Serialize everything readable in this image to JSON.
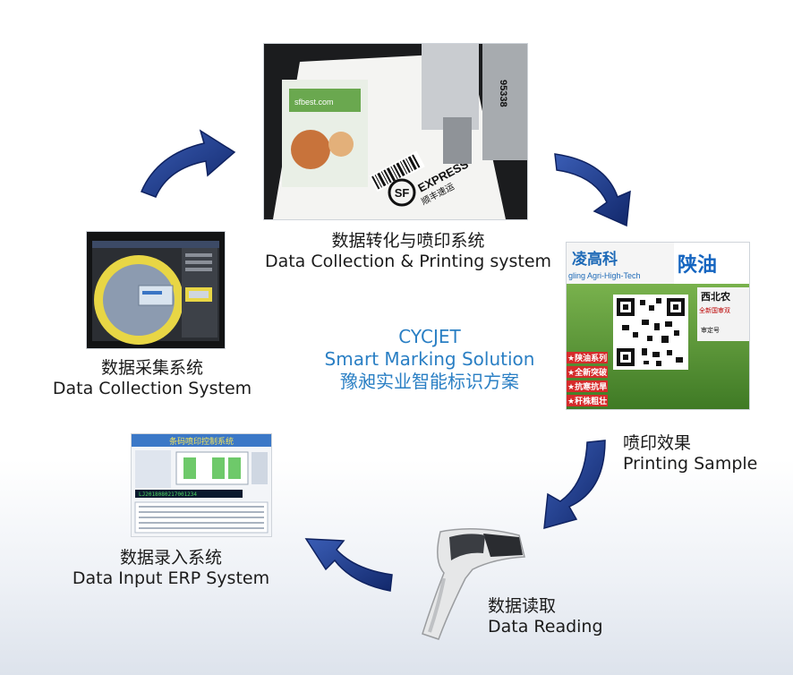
{
  "center": {
    "brand": "CYCJET",
    "tagline": "Smart Marking Solution",
    "tagline_cn": "豫昶实业智能标识方案"
  },
  "steps": {
    "printing_system": {
      "cn": "数据转化与喷印系统",
      "en": "Data Collection & Printing system"
    },
    "printing_sample": {
      "cn": "喷印效果",
      "en": "Printing Sample"
    },
    "data_reading": {
      "cn": "数据读取",
      "en": "Data Reading"
    },
    "data_input": {
      "cn": "数据录入系统",
      "en": "Data Input ERP System"
    },
    "data_collection": {
      "cn": "数据采集系统",
      "en": "Data Collection System"
    }
  },
  "photos": {
    "printing_system": {
      "brand": "sfbest.com",
      "carrier": "EXPRESS",
      "carrier_cn": "顺丰速运",
      "sf_logo": "SF",
      "printer_code": "95338"
    },
    "printing_sample": {
      "company": "凌高科",
      "company_en": "gling Agri-High-Tech",
      "brand": "陕油",
      "line1": "西北农",
      "line2": "全新国审双",
      "line3": "审定号",
      "bullets": [
        "★陕油系列",
        "★全新突破",
        "★抗寒抗旱",
        "★秆株粗壮"
      ]
    },
    "data_input": {
      "title": "条码喷印控制系统",
      "barcode_line": "LJ2018080217001234"
    }
  },
  "colors": {
    "arrow": "#1d3a8a",
    "accent": "#2a7fc4"
  }
}
